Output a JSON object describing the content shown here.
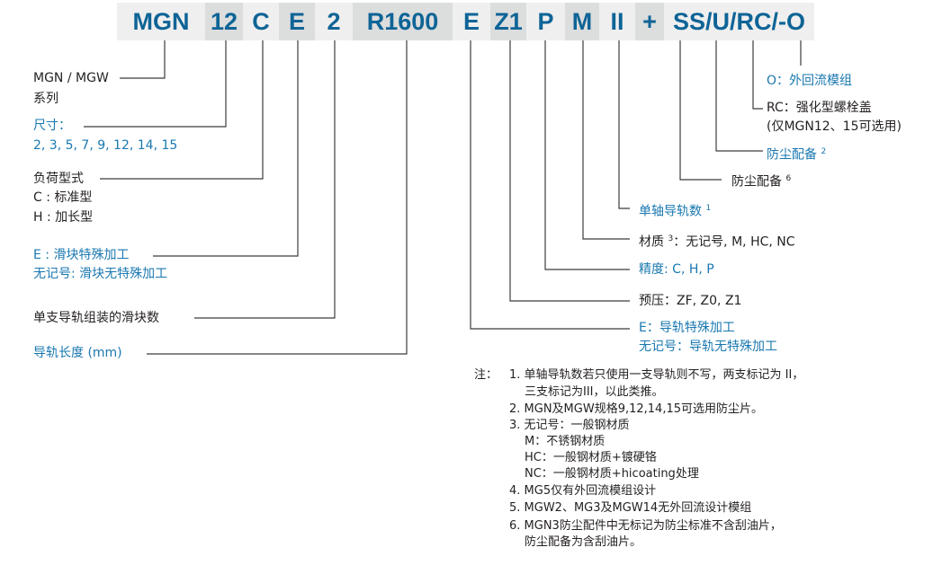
{
  "code_segments": [
    "MGN",
    "12",
    "C",
    "E",
    "2",
    "R1600",
    "E",
    "Z1",
    "P",
    "M",
    "II",
    "+",
    "SS/U/RC/-O"
  ],
  "left_labels": {
    "series": [
      "MGN / MGW",
      "系列"
    ],
    "size": [
      "尺寸：",
      "2, 3, 5, 7, 9, 12, 14, 15"
    ],
    "load_type": [
      "负荷型式",
      "C : 标准型",
      "H : 加长型"
    ],
    "block_special": [
      "E : 滑块特殊加工",
      "无记号: 滑块无特殊加工"
    ],
    "blocks_per_rail": "单支导轨组装的滑块数",
    "rail_length": "导轨长度 (mm)"
  },
  "right_labels": {
    "outer_recirc": "O：外回流模组",
    "rc": [
      "RC：强化型螺栓盖",
      "(仅MGN12、15可选用)"
    ],
    "dust_u": {
      "text": "防尘配备",
      "sup": "2"
    },
    "dust_ss": {
      "text": "防尘配备",
      "sup": "6"
    },
    "rails_per_axis": {
      "text": "单轴导轨数",
      "sup": "1"
    },
    "material": {
      "text": "材质",
      "sup": "3",
      "rest": "：无记号, M, HC, NC"
    },
    "precision": "精度: C, H, P",
    "preload": "预压：ZF, Z0, Z1",
    "rail_special": [
      "E：导轨特殊加工",
      "无记号：导轨无特殊加工"
    ]
  },
  "notes": {
    "label": "注：",
    "items": [
      [
        "1. 单轴导轨数若只使用一支导轨则不写，两支标记为 II，",
        "三支标记为III，以此类推。"
      ],
      [
        "2. MGN及MGW规格9,12,14,15可选用防尘片。"
      ],
      [
        "3. 无记号：一般钢材质",
        "M：不锈钢材质",
        "HC：一般钢材质+镀硬铬",
        "NC：一般钢材质+hicoating处理"
      ],
      [
        "4. MG5仅有外回流模组设计"
      ],
      [
        "5. MGW2、MG3及MGW14无外回流设计模组"
      ],
      [
        "6. MGN3防尘配件中无标记为防尘标准不含刮油片，",
        "防尘配备为含刮油片。"
      ]
    ]
  },
  "colors": {
    "blue": "#1a78b0",
    "code": "#0e6496",
    "seg_light": "#efefef",
    "seg_dark": "#dcdddd",
    "line": "#3c3c3c"
  }
}
